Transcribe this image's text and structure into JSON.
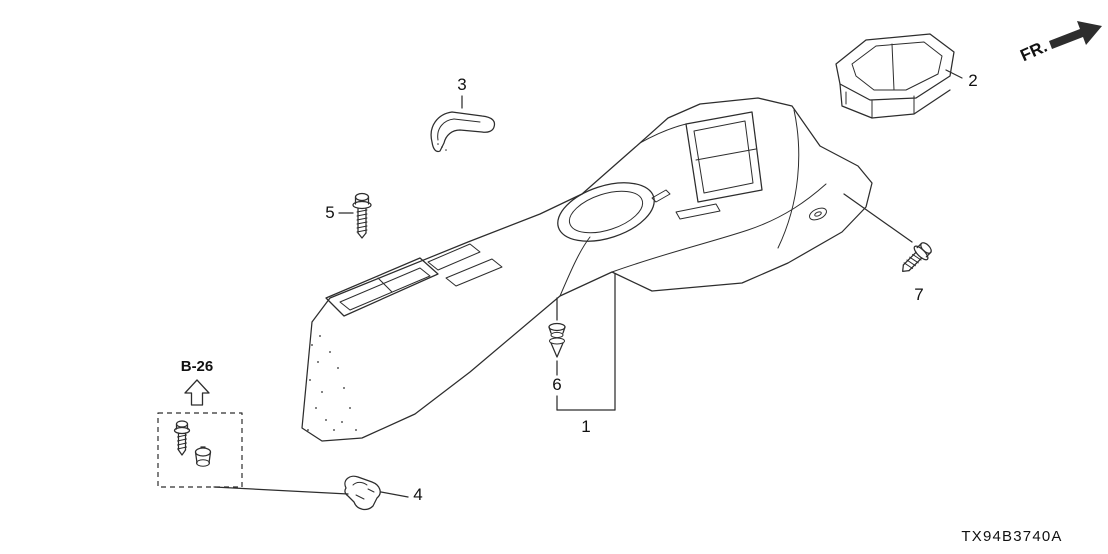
{
  "page": {
    "part_code": "TX94B3740A",
    "line_color": "#2d2d2d"
  },
  "direction": {
    "label": "FR."
  },
  "reference": {
    "label": "B-26"
  },
  "callouts": {
    "c1": "1",
    "c2": "2",
    "c3": "3",
    "c4": "4",
    "c5": "5",
    "c6": "6",
    "c7": "7"
  }
}
